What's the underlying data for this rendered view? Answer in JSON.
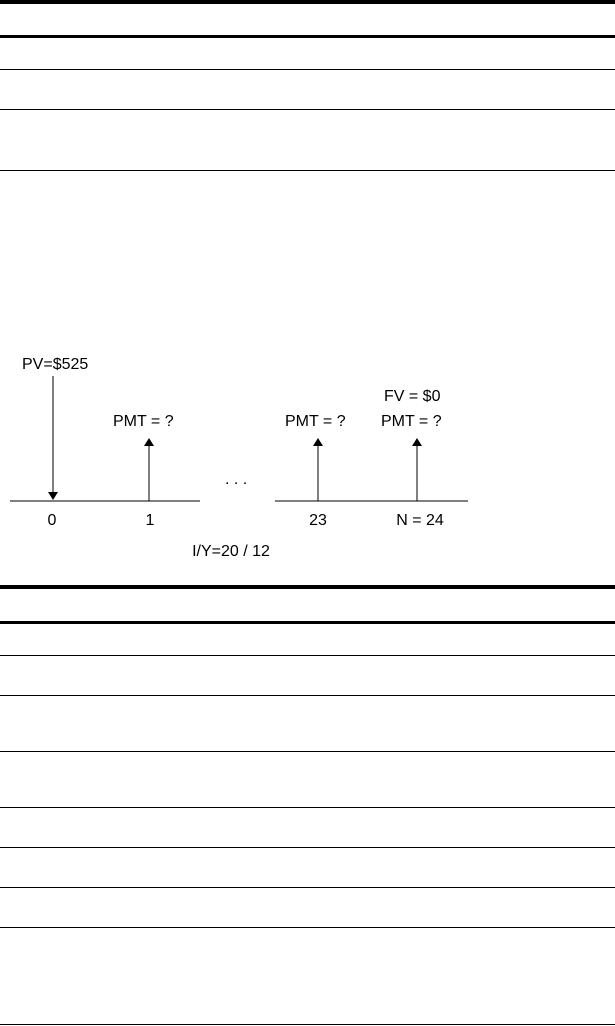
{
  "diagram": {
    "pv_label": "PV=$525",
    "pmt_label_1": "PMT = ?",
    "pmt_label_23": "PMT = ?",
    "fv_label": "FV = $0",
    "pmt_label_24": "PMT = ?",
    "ellipsis": ". . .",
    "tick_0": "0",
    "tick_1": "1",
    "tick_23": "23",
    "tick_24": "N = 24",
    "rate_label": "I/Y=20 / 12"
  }
}
